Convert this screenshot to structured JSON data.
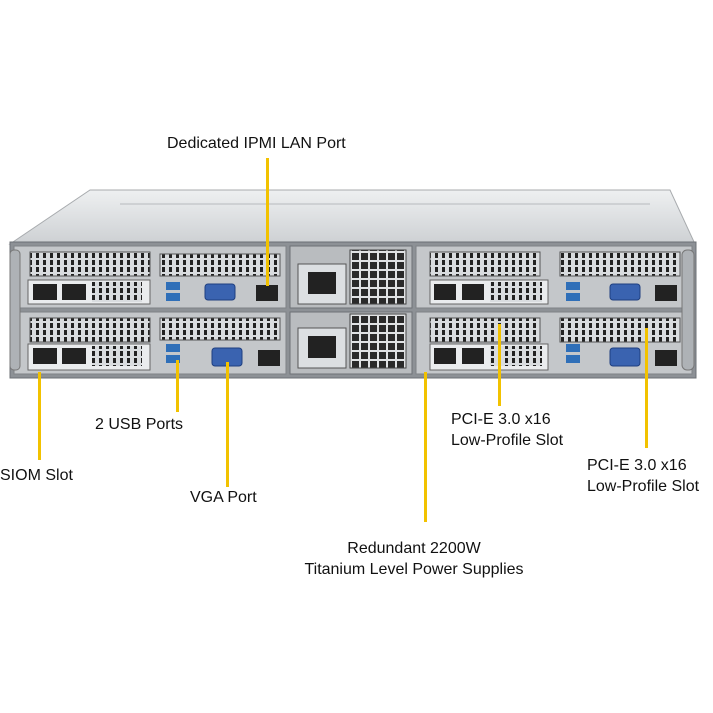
{
  "callouts": {
    "ipmi": "Dedicated IPMI  LAN Port",
    "usb": "2 USB Ports",
    "siom": "SIOM  Slot",
    "vga": "VGA Port",
    "psu_line1": "Redundant  2200W",
    "psu_line2": "Titanium  Level Power Supplies",
    "pcie_a_line1": "PCI-E 3.0 x16",
    "pcie_a_line2": "Low-Profile Slot",
    "pcie_b_line1": "PCI-E 3.0 x16",
    "pcie_b_line2": "Low-Profile Slot"
  },
  "colors": {
    "callout_line": "#f2c200",
    "chassis": "#c9ccd0",
    "port_blue": "#2f6fb8",
    "vga_blue": "#3a63b0"
  }
}
